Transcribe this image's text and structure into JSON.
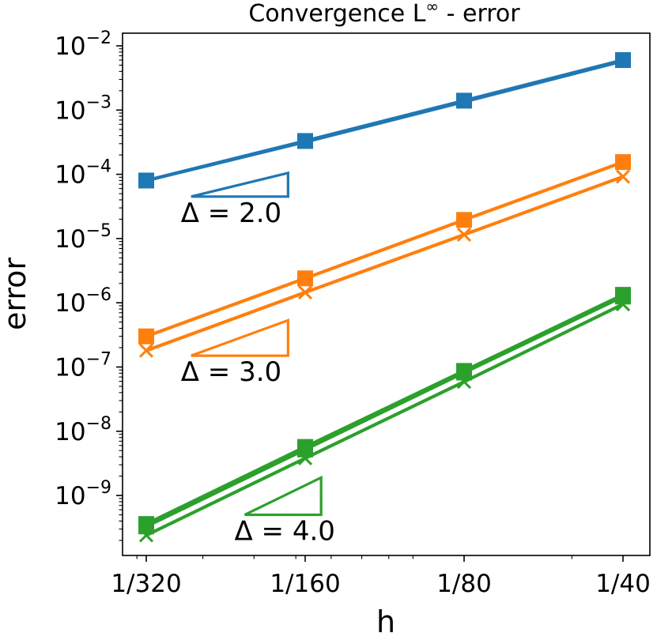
{
  "chart_data": {
    "type": "line",
    "title": "Convergence L",
    "title_superscript": "∞",
    "title_suffix": " - error",
    "xlabel": "h",
    "ylabel": "error",
    "x_scale": "log",
    "y_scale": "log",
    "x": [
      0.003125,
      0.00625,
      0.0125,
      0.025
    ],
    "x_tick_labels": [
      "1/320",
      "1/160",
      "1/80",
      "1/40"
    ],
    "y_tick_labels": [
      {
        "base": "10",
        "exp": "−2"
      },
      {
        "base": "10",
        "exp": "−3"
      },
      {
        "base": "10",
        "exp": "−4"
      },
      {
        "base": "10",
        "exp": "−5"
      },
      {
        "base": "10",
        "exp": "−6"
      },
      {
        "base": "10",
        "exp": "−7"
      },
      {
        "base": "10",
        "exp": "−8"
      },
      {
        "base": "10",
        "exp": "−9"
      }
    ],
    "grid": false,
    "series": [
      {
        "marker": "square",
        "color": "#1f77b4",
        "values": [
          8e-05,
          0.00033,
          0.0014,
          0.006
        ]
      },
      {
        "marker": "x",
        "color": "#1f77b4",
        "values": [
          8e-05,
          0.00032,
          0.00135,
          0.0058
        ]
      },
      {
        "marker": "square",
        "color": "#ff7f0e",
        "values": [
          3e-07,
          2.4e-06,
          1.95e-05,
          0.000155
        ]
      },
      {
        "marker": "x",
        "color": "#ff7f0e",
        "values": [
          1.8e-07,
          1.45e-06,
          1.15e-05,
          9.2e-05
        ]
      },
      {
        "marker": "square",
        "color": "#2ca02c",
        "values": [
          3.6e-10,
          5.7e-09,
          8.7e-08,
          1.33e-06
        ]
      },
      {
        "marker": "square",
        "color": "#2ca02c",
        "values": [
          3.3e-10,
          5.2e-09,
          8.2e-08,
          1.25e-06
        ]
      },
      {
        "marker": "x",
        "color": "#2ca02c",
        "values": [
          2.4e-10,
          3.8e-09,
          5.9e-08,
          9.5e-07
        ]
      }
    ],
    "slope_triangles": [
      {
        "label": "Δ = 2.0",
        "color": "#1f77b4",
        "x0": 0.0038,
        "x1": 0.0058,
        "y_base": 4.5e-05
      },
      {
        "label": "Δ = 3.0",
        "color": "#ff7f0e",
        "x0": 0.0038,
        "x1": 0.0058,
        "y_base": 1.5e-07
      },
      {
        "label": "Δ = 4.0",
        "color": "#2ca02c",
        "x0": 0.0048,
        "x1": 0.0067,
        "y_base": 5e-10
      }
    ]
  }
}
